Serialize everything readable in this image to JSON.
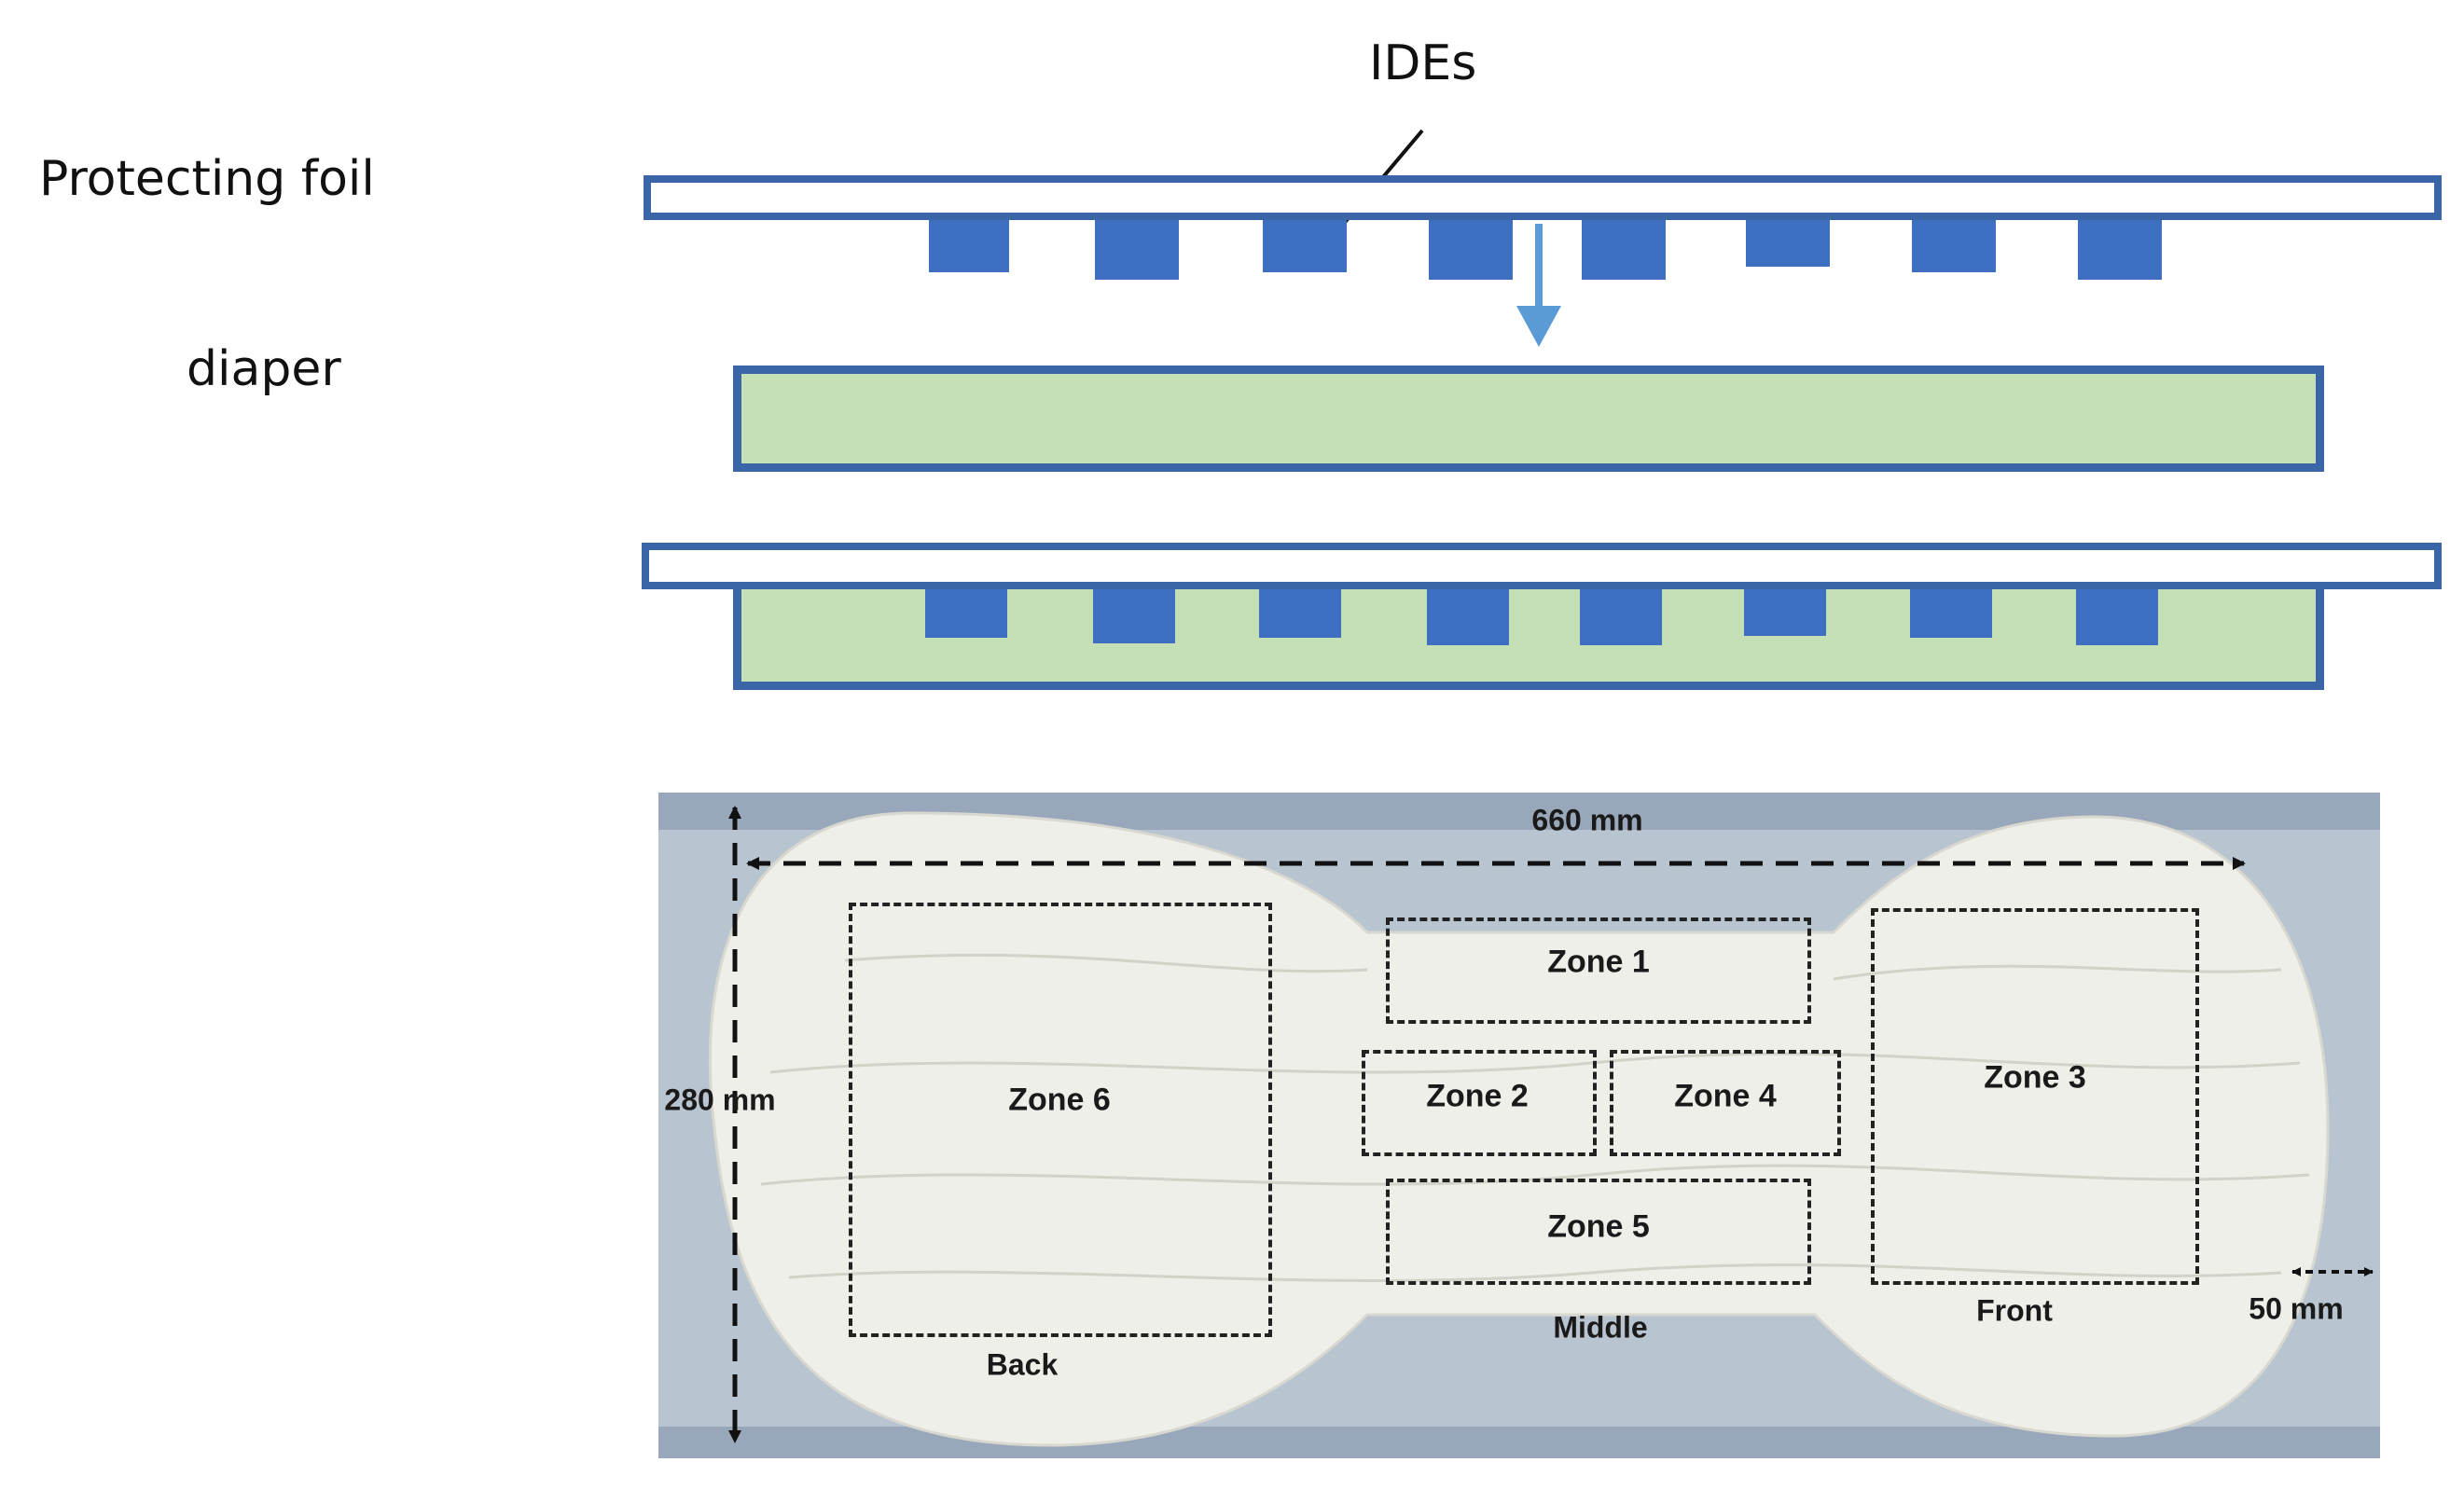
{
  "labels": {
    "ides": "IDEs",
    "protecting_foil": "Protecting foil",
    "diaper": "diaper"
  },
  "photo": {
    "length": "660 mm",
    "width": "280 mm",
    "margin": "50 mm",
    "back": "Back",
    "middle": "Middle",
    "front": "Front"
  },
  "zones": [
    "Zone 1",
    "Zone 2",
    "Zone 3",
    "Zone 4",
    "Zone 5",
    "Zone 6"
  ],
  "colors": {
    "outline": "#3a66a8",
    "electrode": "#3e6fc1",
    "diaper_fill": "#c5e0b4",
    "arrow": "#5b9bd5"
  }
}
